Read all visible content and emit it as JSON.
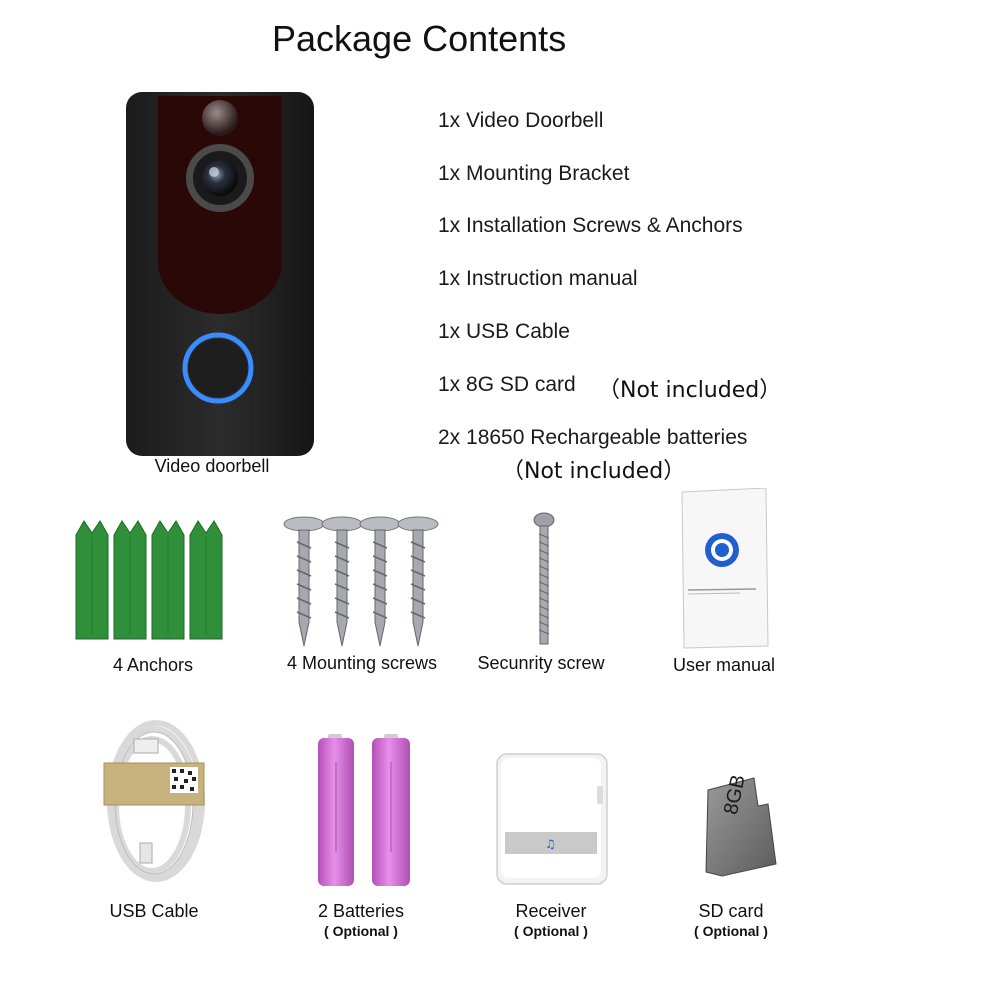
{
  "title": "Package Contents",
  "contents_list": [
    "1x Video Doorbell",
    "1x Mounting Bracket",
    "1x Installation Screws & Anchors",
    "1x Instruction manual",
    "1x USB Cable",
    "1x 8G SD card",
    "2x 18650 Rechargeable batteries"
  ],
  "sd_card_note": "（Not included）",
  "batteries_note": "（Not included）",
  "doorbell_caption": "Video doorbell",
  "items_row1": [
    {
      "caption": "4 Anchors",
      "icon": "anchors-icon"
    },
    {
      "caption": "4 Mounting screws",
      "icon": "mounting-screws-icon"
    },
    {
      "caption": "Secunrity screw",
      "icon": "security-screw-icon"
    },
    {
      "caption": "User manual",
      "icon": "user-manual-icon"
    }
  ],
  "items_row2": [
    {
      "caption": "USB Cable",
      "optional": "",
      "icon": "usb-cable-icon"
    },
    {
      "caption": "2 Batteries",
      "optional": "( Optional )",
      "icon": "batteries-icon"
    },
    {
      "caption": "Receiver",
      "optional": "( Optional )",
      "icon": "receiver-icon"
    },
    {
      "caption": "SD card",
      "optional": "( Optional )",
      "icon": "sd-card-icon"
    }
  ],
  "sd_card_label": "8GB",
  "colors": {
    "doorbell_body": "#232323",
    "doorbell_panel": "#2a0a0a",
    "ring_blue": "#3a8dff",
    "anchor_green": "#2e8b3a",
    "battery_pink": "#d36fd6",
    "receiver_white": "#f4f4f4"
  }
}
